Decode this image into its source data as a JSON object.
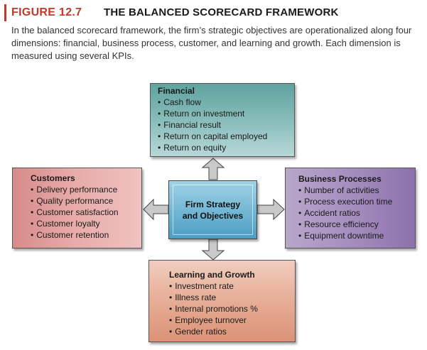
{
  "figure": {
    "label": "FIGURE 12.7",
    "title": "THE BALANCED SCORECARD FRAMEWORK",
    "caption": "In the balanced scorecard framework, the firm’s strategic objectives are operationalized along four dimensions: financial, business process, customer, and learning and growth. Each dimension is measured using several KPIs."
  },
  "diagram": {
    "center": {
      "label": "Firm Strategy and Objectives"
    },
    "financial": {
      "title": "Financial",
      "items": [
        "Cash flow",
        "Return on investment",
        "Financial result",
        "Return on capital employed",
        "Return on equity"
      ]
    },
    "customers": {
      "title": "Customers",
      "items": [
        "Delivery performance",
        "Quality performance",
        "Customer satisfaction",
        "Customer loyalty",
        "Customer retention"
      ]
    },
    "business_processes": {
      "title": "Business Processes",
      "items": [
        "Number of activities",
        "Process execution time",
        "Accident ratios",
        "Resource efficiency",
        "Equipment downtime"
      ]
    },
    "learning_growth": {
      "title": "Learning and Growth",
      "items": [
        "Investment rate",
        "Illness rate",
        "Internal promotions %",
        "Employee turnover",
        "Gender ratios"
      ]
    }
  },
  "colors": {
    "accent": "#c0392b",
    "financial": "#8cbfbd",
    "customers": "#e7aaa8",
    "business_processes": "#a38cbd",
    "learning_growth": "#e7ad96",
    "center": "#6fb3d6"
  }
}
